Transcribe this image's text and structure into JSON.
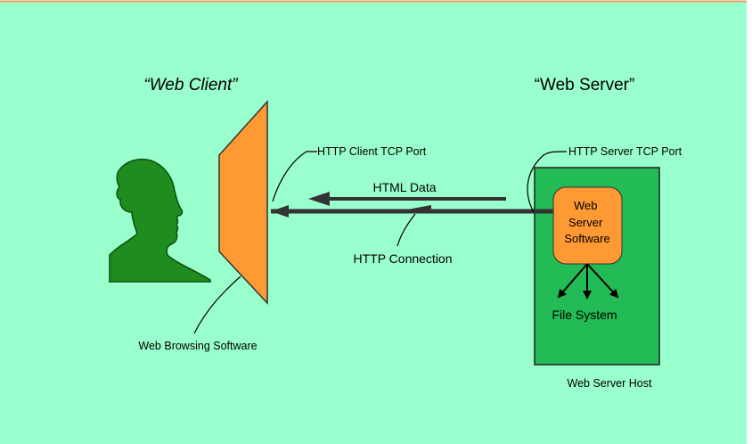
{
  "diagram": {
    "client_title": "“Web Client”",
    "server_title": "“Web Server”",
    "labels": {
      "http_client_port": "HTTP Client TCP Port",
      "http_server_port": "HTTP Server TCP Port",
      "html_data": "HTML Data",
      "http_connection": "HTTP Connection",
      "web_browsing_software": "Web Browsing Software",
      "web_server_host": "Web Server Host",
      "file_system": "File System"
    },
    "server_software_lines": [
      "Web",
      "Server",
      "Software"
    ],
    "colors": {
      "background": "#99FFCC",
      "border_top": "#E8A060",
      "person": "#1E8C1E",
      "browser_panel": "#FF9933",
      "server_host": "#22BB55",
      "server_software": "#FF9933",
      "connection": "#333333"
    }
  }
}
